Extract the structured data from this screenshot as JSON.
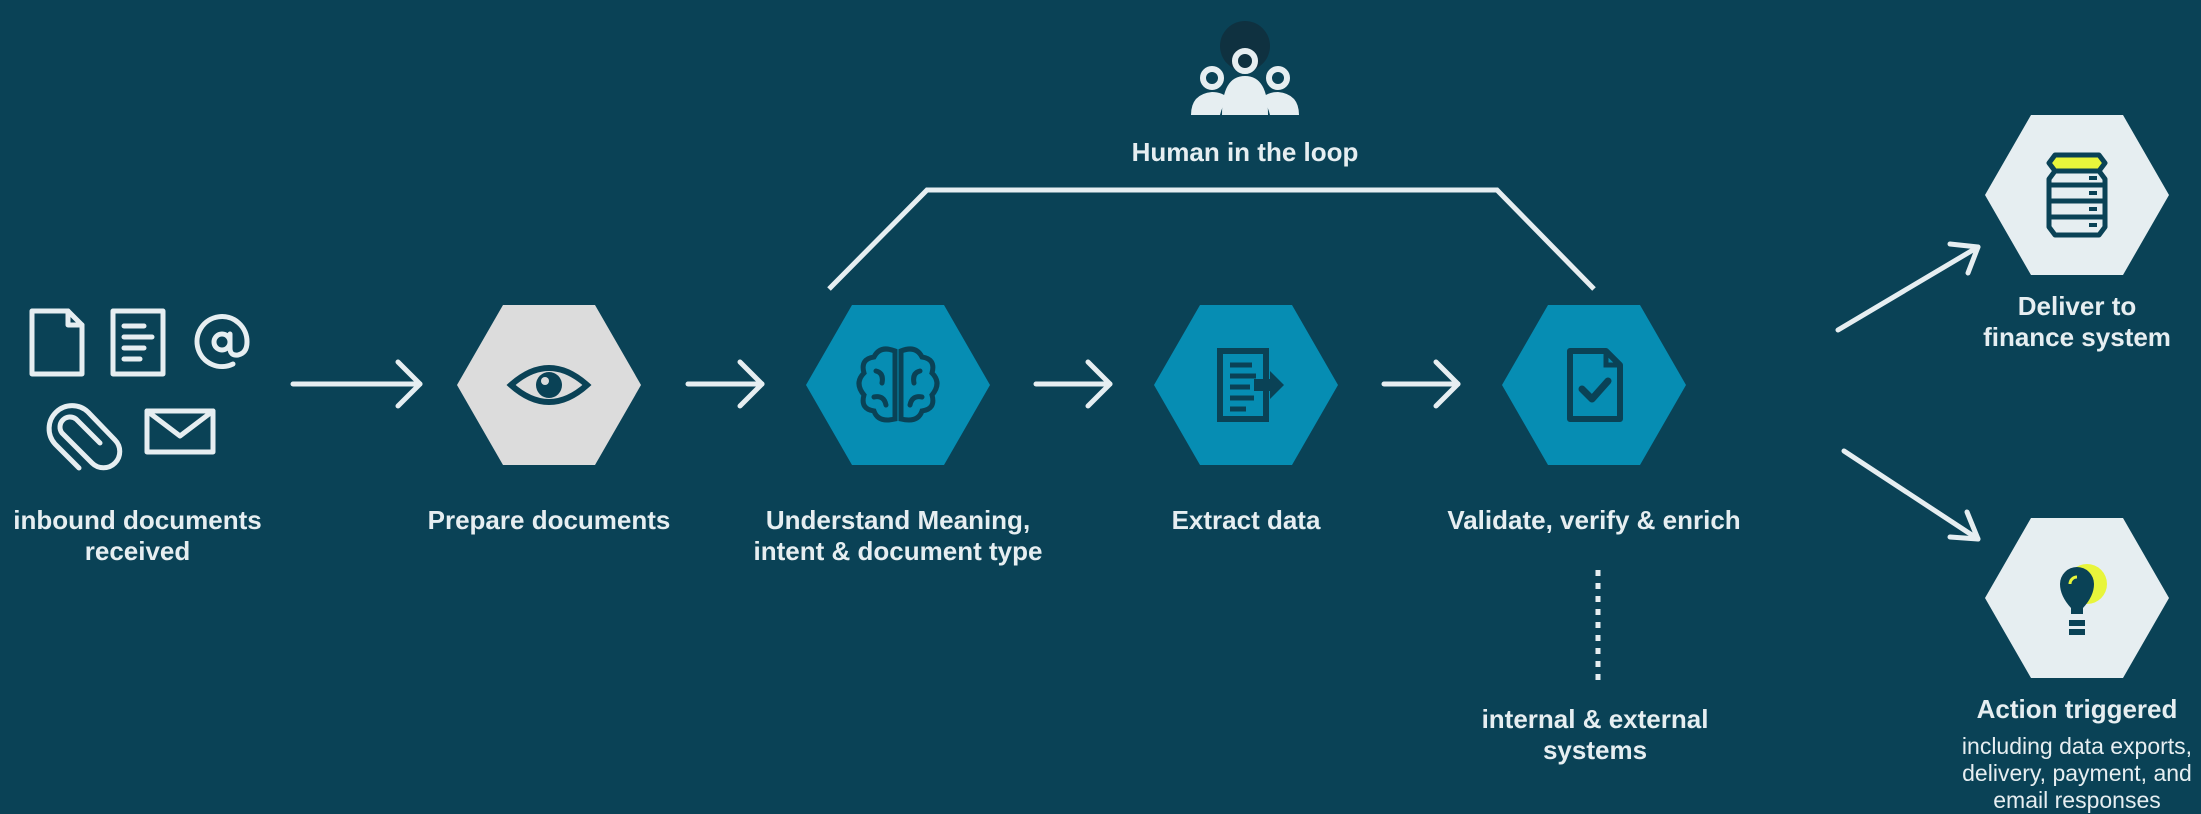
{
  "colors": {
    "background": "#0a4256",
    "line": "#e6eef1",
    "hex_light": "#dcdcdc",
    "hex_accent": "#068db3",
    "hex_output": "#e6eef1",
    "highlight": "#e8f53b",
    "icon_dark": "#0a4256"
  },
  "inputs": {
    "label": "inbound documents\nreceived",
    "icons": [
      "document-icon",
      "text-document-icon",
      "at-sign-icon",
      "paperclip-icon",
      "envelope-icon"
    ]
  },
  "steps": [
    {
      "label": "Prepare documents",
      "icon": "eye-icon"
    },
    {
      "label": "Understand Meaning,\nintent & document type",
      "icon": "brain-icon"
    },
    {
      "label": "Extract data",
      "icon": "export-document-icon"
    },
    {
      "label": "Validate, verify & enrich",
      "icon": "checked-document-icon"
    }
  ],
  "human_loop": {
    "label": "Human in the loop",
    "icon": "people-group-icon"
  },
  "systems": {
    "label": "internal & external\nsystems"
  },
  "outputs": [
    {
      "label": "Deliver to\nfinance system",
      "icon": "database-icon"
    },
    {
      "label": "Action triggered",
      "description": "including data exports,\ndelivery, payment, and\nemail responses",
      "icon": "lightbulb-icon"
    }
  ]
}
